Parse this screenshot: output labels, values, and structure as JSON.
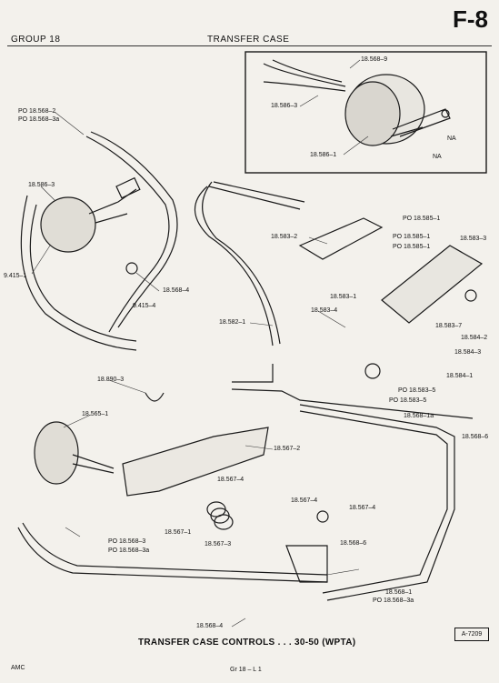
{
  "header": {
    "group": "GROUP 18",
    "title": "TRANSFER CASE",
    "page_id": "F-8"
  },
  "labels": {
    "l1": "18.568–9",
    "l2": "18.586–3",
    "l3": "18.586–1",
    "l4": "NA",
    "l5": "NA",
    "l6": "PO 18.568–2",
    "l7": "PO 18.568–3a",
    "l8": "18.586–3",
    "l9": "9.415–1",
    "l10": "18.568–4",
    "l11": "9.415–4",
    "l12": "18.583–2",
    "l13": "PO 18.585–1",
    "l14": "PO 18.585–1",
    "l15": "PO 18.585–1",
    "l16": "18.583–3",
    "l17": "18.583–1",
    "l18": "18.583–4",
    "l19": "18.583–7",
    "l20": "18.584–2",
    "l21": "18.584–3",
    "l22": "18.582–1",
    "l23": "18.584–1",
    "l24": "PO 18.583–5",
    "l25": "PO 18.583–5",
    "l26": "18.890–3",
    "l27": "18.565–1",
    "l28": "18.568–1a",
    "l29": "18.568–6",
    "l30": "18.567–2",
    "l31": "18.567–4",
    "l32": "18.567–4",
    "l33": "18.567–4",
    "l34": "18.567–1",
    "l35": "18.567–3",
    "l36": "PO 18.568–3",
    "l37": "PO 18.568–3a",
    "l38": "18.568–6",
    "l39": "18.568–1",
    "l40": "PO 18.568–3a",
    "l41": "18.568–4"
  },
  "caption": "TRANSFER CASE CONTROLS . . . 30-50 (WPTA)",
  "ref_box": "A-7209",
  "footer": {
    "left": "AMC",
    "center": "Gr 18 – L 1"
  }
}
